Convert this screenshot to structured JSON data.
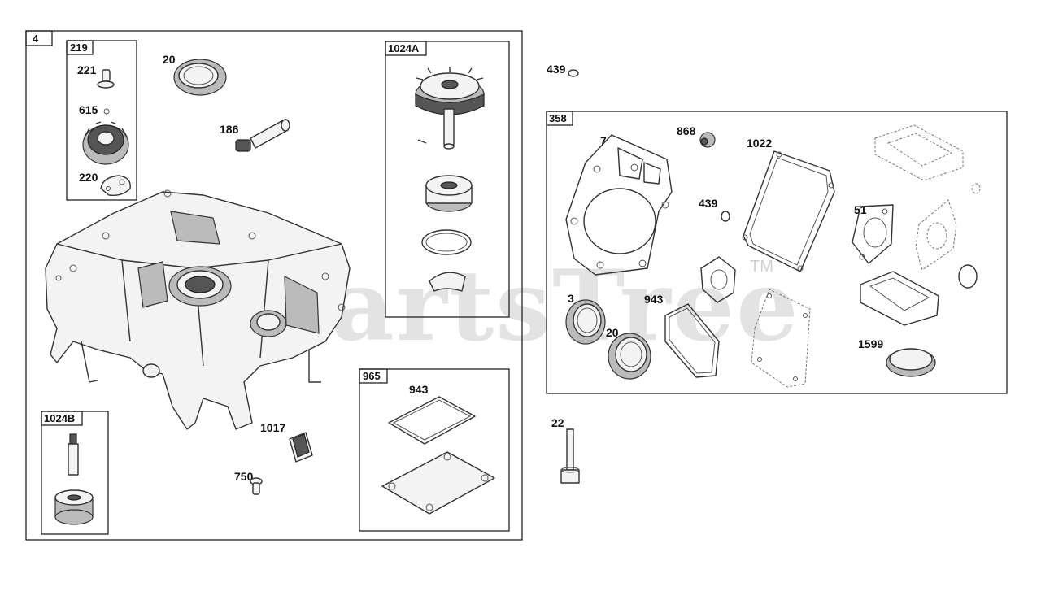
{
  "watermark": {
    "text": "PartsTree",
    "trademark": "TM"
  },
  "groups": {
    "g4": "4",
    "g219": "219",
    "g1024A": "1024A",
    "g1024B": "1024B",
    "g965": "965",
    "g358": "358"
  },
  "labels": {
    "p221": "221",
    "p615": "615",
    "p220": "220",
    "p20_top": "20",
    "p186": "186",
    "p1017": "1017",
    "p750": "750",
    "p943_965": "943",
    "p439_top": "439",
    "p22": "22",
    "p7": "7",
    "p868": "868",
    "p1022": "1022",
    "p439_358": "439",
    "p51": "51",
    "p3": "3",
    "p943_358": "943",
    "p20_358": "20",
    "p1599": "1599"
  }
}
